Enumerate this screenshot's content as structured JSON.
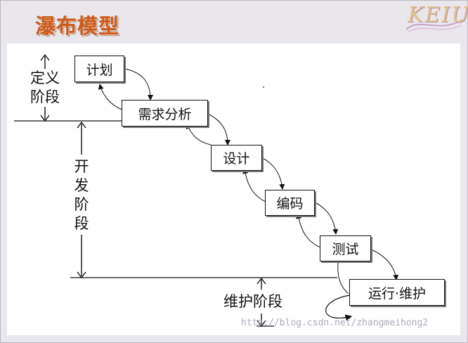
{
  "slide": {
    "title": "瀑布模型",
    "logo_text": "KEIU"
  },
  "phases": [
    {
      "label": "定义阶段"
    },
    {
      "label": "开发阶段"
    },
    {
      "label": "维护阶段"
    }
  ],
  "steps": [
    {
      "label": "计划"
    },
    {
      "label": "需求分析"
    },
    {
      "label": "设计"
    },
    {
      "label": "编码"
    },
    {
      "label": "测试"
    },
    {
      "label": "运行·维护"
    }
  ],
  "watermark": "http://blog.csdn.net/zhangmeihong2",
  "colors": {
    "title": "#cc5a1e",
    "background": "#e9e7ec",
    "panel": "#ffffff",
    "line": "#111111"
  }
}
